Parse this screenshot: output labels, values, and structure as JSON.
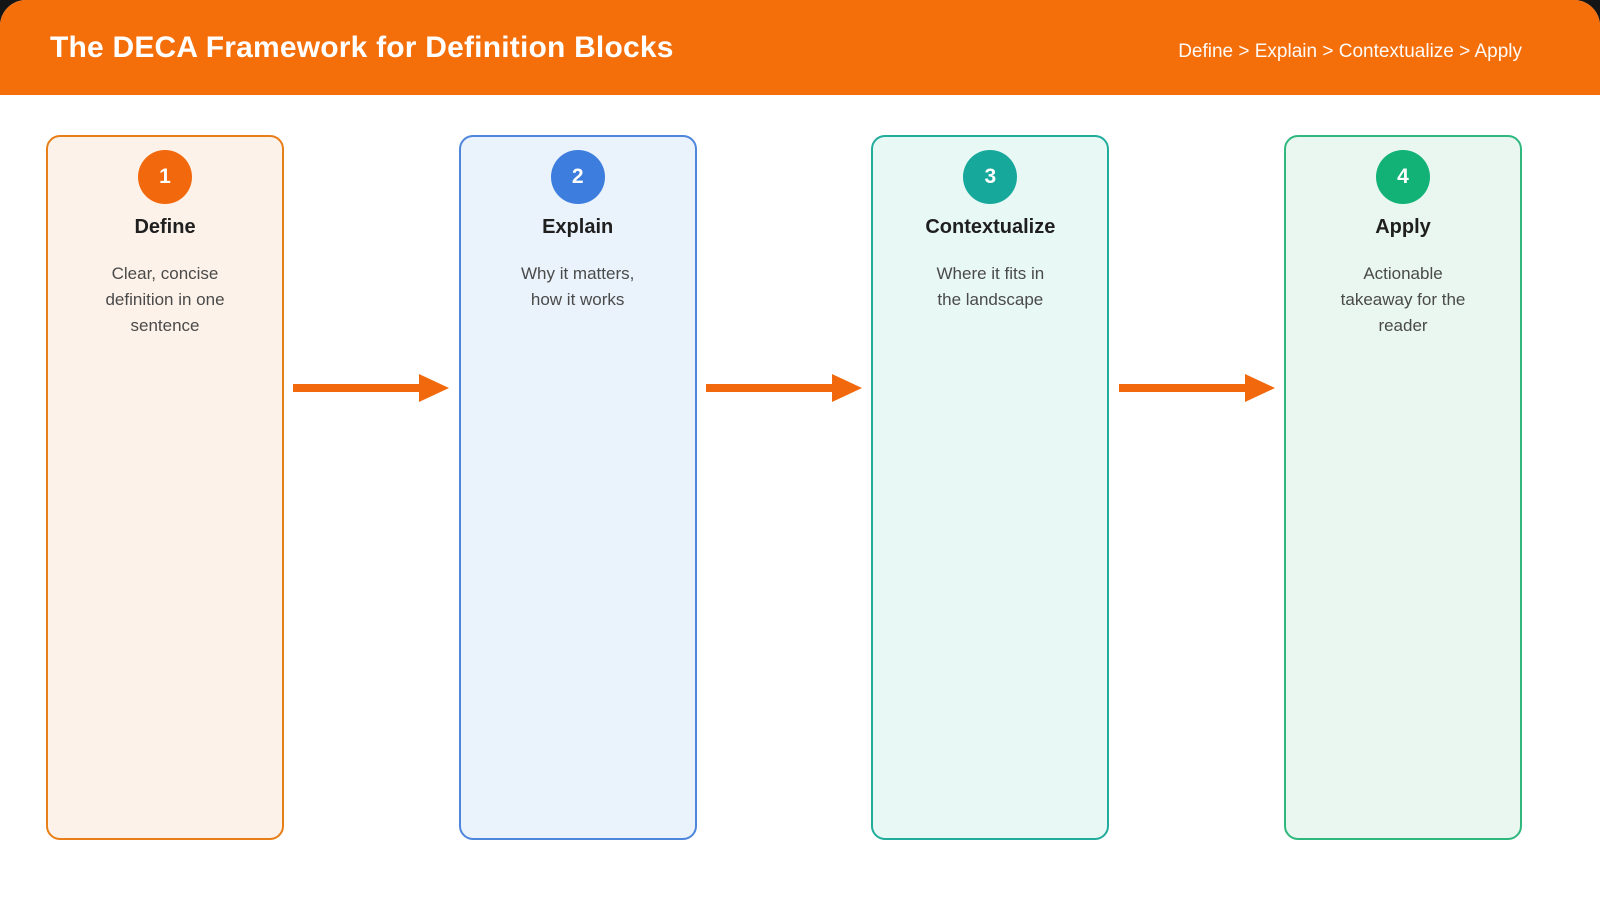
{
  "header": {
    "title": "The DECA Framework for Definition Blocks",
    "breadcrumb": "Define > Explain > Contextualize > Apply"
  },
  "steps": [
    {
      "number": "1",
      "title": "Define",
      "description": "Clear, concise\ndefinition in one\nsentence",
      "accent": "#F2690D",
      "border_color": "#E87E17",
      "bg_color": "#FDF2E9"
    },
    {
      "number": "2",
      "title": "Explain",
      "description": "Why it matters,\nhow it works",
      "accent": "#3D7DDD",
      "border_color": "#4E86DB",
      "bg_color": "#EAF2FC"
    },
    {
      "number": "3",
      "title": "Contextualize",
      "description": "Where it fits in\nthe landscape",
      "accent": "#16A99B",
      "border_color": "#21AC9B",
      "bg_color": "#E8F8F5"
    },
    {
      "number": "4",
      "title": "Apply",
      "description": "Actionable\ntakeaway for the\nreader",
      "accent": "#12B277",
      "border_color": "#2FB87E",
      "bg_color": "#E9F7F0"
    }
  ],
  "colors": {
    "header_bg": "#F46E0A",
    "header_text": "#FFFFFF",
    "arrow": "#F2690D",
    "page_bg": "#FFFFFF",
    "outer_bg": "#151515",
    "title_text": "#1F1F1F",
    "body_text": "#4A4A4A"
  }
}
